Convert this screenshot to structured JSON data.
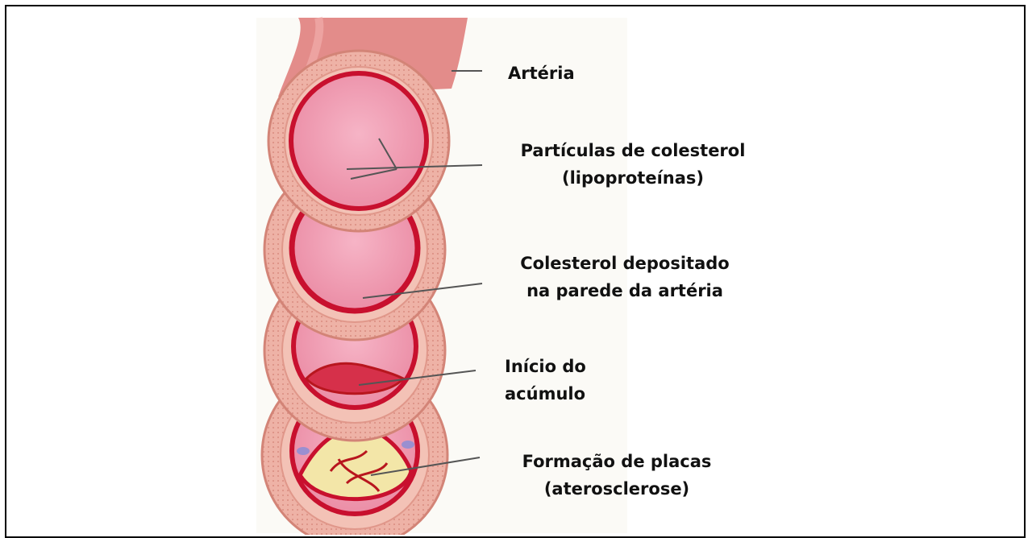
{
  "labels": {
    "arteria": "Artéria",
    "particulas_line1": "Partículas de colesterol",
    "particulas_line2": "(lipoproteínas)",
    "depositado_line1": "Colesterol depositado",
    "depositado_line2": "na parede da artéria",
    "inicio_line1": "Início do",
    "inicio_line2": "acúmulo",
    "formacao_line1": "Formação de placas",
    "formacao_line2": "(aterosclerose)"
  },
  "colors": {
    "artery_outer": "#e8a49a",
    "artery_wall": "#f0b8ad",
    "lumen": "#f2a0b4",
    "endothelium": "#c8102e",
    "plaque": "#f3e6a8",
    "leader_line": "#555555"
  }
}
